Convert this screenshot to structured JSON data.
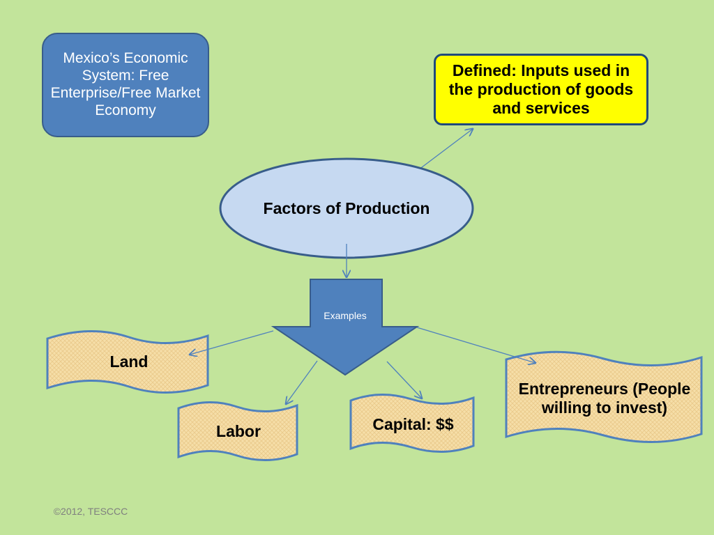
{
  "title_box": {
    "text": "Mexico’s Economic System:  Free Enterprise/Free Market Economy"
  },
  "definition_box": {
    "text": "Defined: Inputs used in the production of goods and services"
  },
  "center_node": {
    "text": "Factors of Production"
  },
  "arrow_label": {
    "text": "Examples"
  },
  "examples": {
    "land": "Land",
    "labor": "Labor",
    "capital": "Capital: $$",
    "entrepreneurs": "Entrepreneurs (People willing to invest)"
  },
  "footer": {
    "copyright": "©2012, TESCCC"
  },
  "colors": {
    "background": "#c2e49b",
    "title_fill": "#4f81bd",
    "definition_fill": "#ffff00",
    "ellipse_fill": "#c6d9f1",
    "scroll_fill": "#f6dea8",
    "connector": "#4f81bd"
  }
}
